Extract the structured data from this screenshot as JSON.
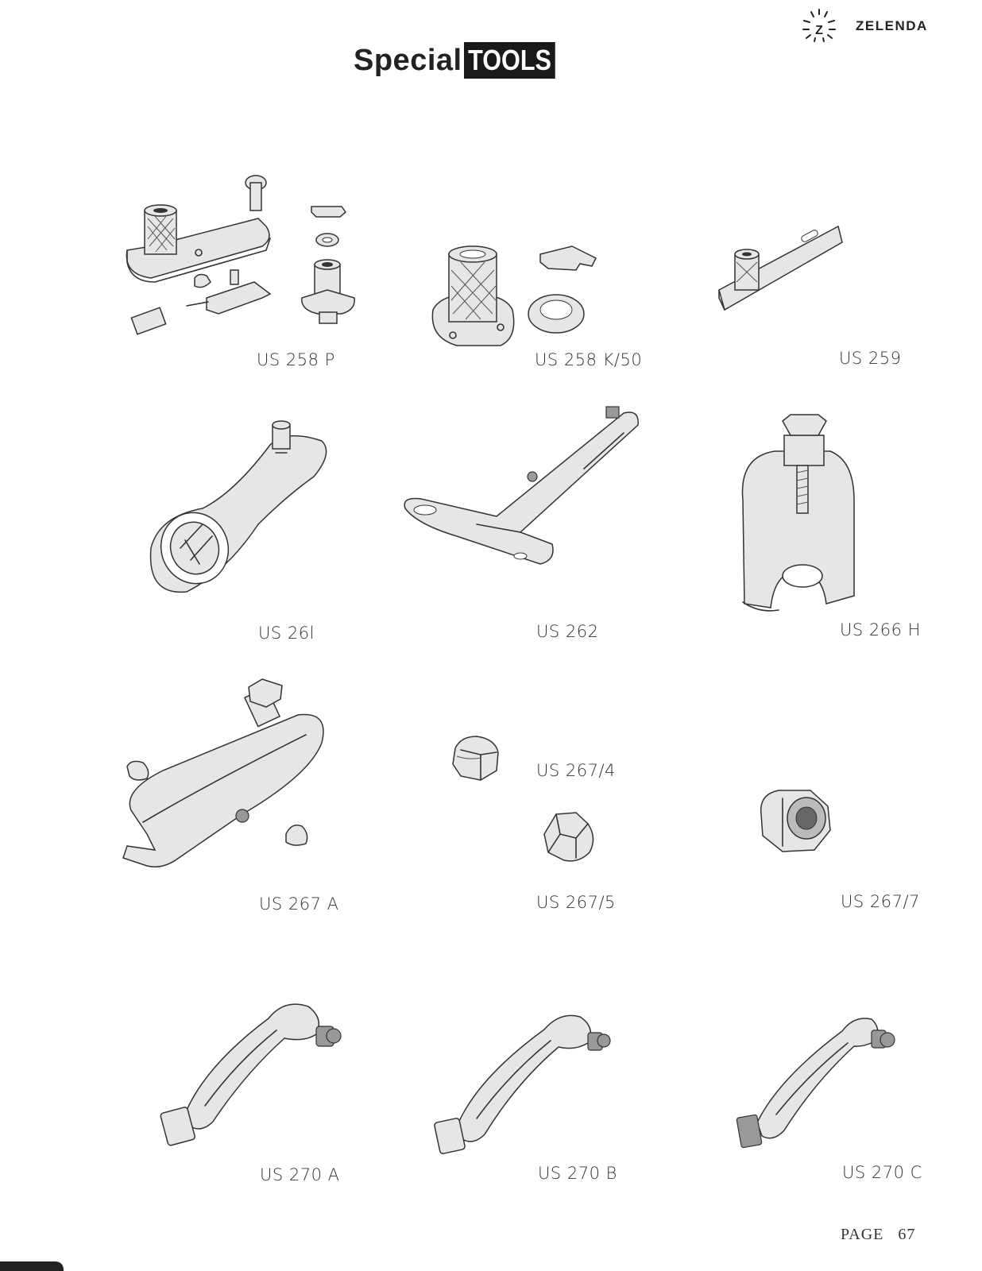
{
  "header": {
    "title_part1": "Special",
    "title_part2": "TOOLS",
    "brand": "ZELENDA",
    "brand_logo_letter": "Z"
  },
  "tools": [
    {
      "id": "us258p",
      "label": "US 258 P",
      "icon": "assembly-tool-icon"
    },
    {
      "id": "us258k50",
      "label": "US 258 K/50",
      "icon": "knurled-adapter-icon"
    },
    {
      "id": "us259",
      "label": "US 259",
      "icon": "plate-adapter-icon"
    },
    {
      "id": "us261",
      "label": "US 26l",
      "icon": "ring-spanner-icon"
    },
    {
      "id": "us262",
      "label": "US 262",
      "icon": "t-spanner-icon"
    },
    {
      "id": "us266h",
      "label": "US 266 H",
      "icon": "bell-puller-icon"
    },
    {
      "id": "us267a",
      "label": "US 267 A",
      "icon": "clamp-spanner-icon"
    },
    {
      "id": "us2674",
      "label": "US 267/4",
      "icon": "cap-nut-icon"
    },
    {
      "id": "us2675",
      "label": "US 267/5",
      "icon": "cap-nut-icon"
    },
    {
      "id": "us2677",
      "label": "US 267/7",
      "icon": "cap-nut-icon"
    },
    {
      "id": "us270a",
      "label": "US 270 A",
      "icon": "lever-tool-icon"
    },
    {
      "id": "us270b",
      "label": "US 270 B",
      "icon": "lever-tool-icon"
    },
    {
      "id": "us270c",
      "label": "US 270 C",
      "icon": "lever-tool-icon"
    }
  ],
  "footer": {
    "page_label": "PAGE",
    "page_number": "67"
  }
}
